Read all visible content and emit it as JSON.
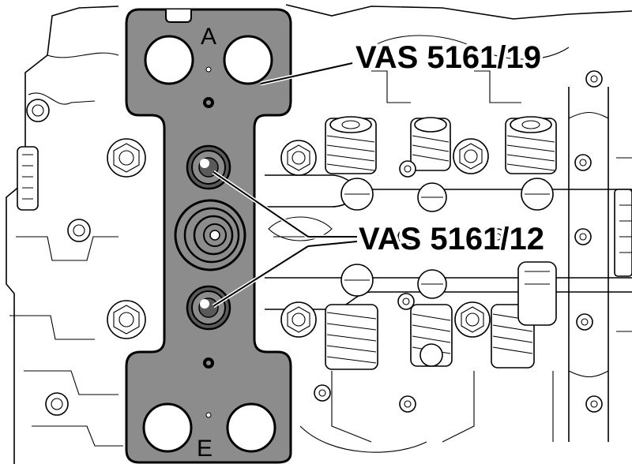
{
  "callouts": {
    "adapter_plate": {
      "label": "VAS 5161/19"
    },
    "guide_bushings": {
      "label": "VAS 5161/12"
    }
  },
  "tool_markings": {
    "top_letter": "A",
    "bottom_letter": "E"
  },
  "colors": {
    "line": "#000000",
    "background": "#ffffff",
    "tool_fill": "#8c8c8c"
  }
}
